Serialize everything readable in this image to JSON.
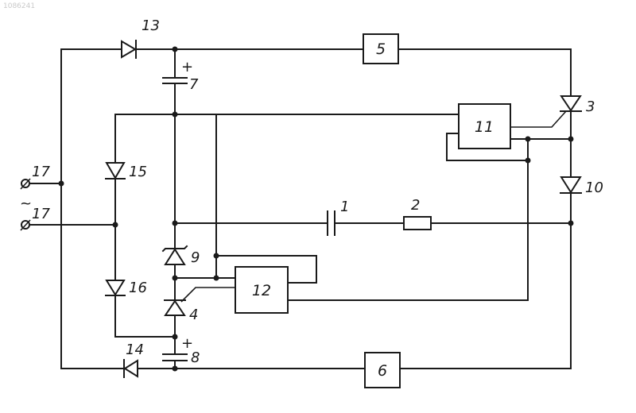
{
  "corner_text": "1086241",
  "blocks": {
    "b5": "5",
    "b6": "6",
    "b11": "11",
    "b12": "12"
  },
  "labels": {
    "c1": "1",
    "r2": "2",
    "d3": "3",
    "d4": "4",
    "c7": "7",
    "c8": "8",
    "d9": "9",
    "d10": "10",
    "d13": "13",
    "d14": "14",
    "d15": "15",
    "d16": "16",
    "t17a": "17",
    "t17b": "17",
    "plus7": "+",
    "plus8": "+",
    "ac_symbol": "~"
  }
}
